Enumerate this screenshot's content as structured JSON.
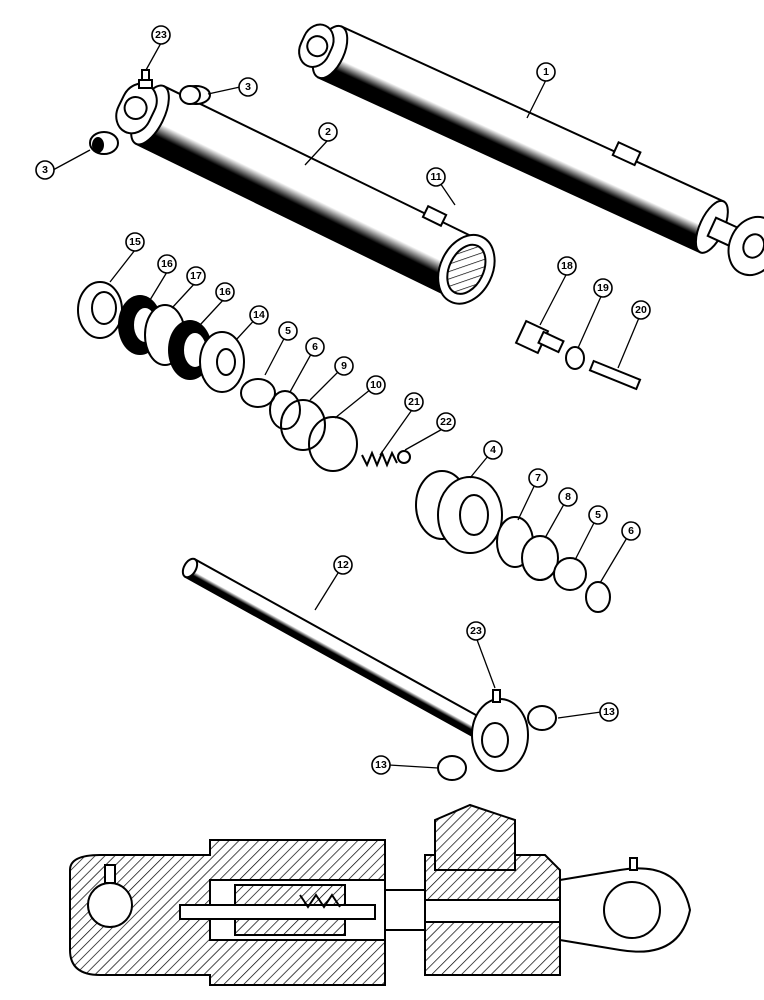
{
  "diagram": {
    "background": "#ffffff",
    "ink": "#000000",
    "callouts": [
      "1",
      "2",
      "3",
      "3",
      "4",
      "5",
      "5",
      "6",
      "6",
      "7",
      "8",
      "9",
      "10",
      "11",
      "12",
      "13",
      "13",
      "14",
      "15",
      "16",
      "16",
      "17",
      "18",
      "19",
      "20",
      "21",
      "22",
      "23",
      "23"
    ]
  }
}
